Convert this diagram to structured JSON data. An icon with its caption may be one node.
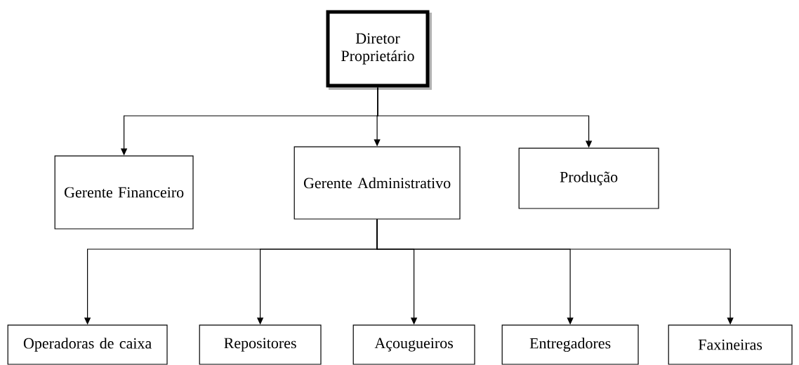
{
  "diagram": {
    "nodes": [
      {
        "text": [
          "Diretor Proprietário"
        ]
      },
      {
        "text": [
          "Gerente Financeiro"
        ]
      },
      {
        "text": [
          "Gerente Administrativo"
        ]
      },
      {
        "text": [
          "Produção"
        ]
      },
      {
        "text": [
          "Operadoras de caixa"
        ]
      },
      {
        "text": [
          "Repositores"
        ]
      },
      {
        "text": [
          "Açougueiros"
        ]
      },
      {
        "text": [
          "Entregadores"
        ]
      },
      {
        "text": [
          "Faxineiras"
        ]
      }
    ],
    "edges": [
      {
        "from": 0,
        "to": 1,
        "arrow": "to"
      },
      {
        "from": 0,
        "to": 2,
        "arrow": "to"
      },
      {
        "from": 0,
        "to": 3,
        "arrow": "to"
      },
      {
        "from": 2,
        "to": 4,
        "arrow": "to"
      },
      {
        "from": 2,
        "to": 5,
        "arrow": "to"
      },
      {
        "from": 2,
        "to": 6,
        "arrow": "to"
      },
      {
        "from": 2,
        "to": 7,
        "arrow": "to"
      },
      {
        "from": 2,
        "to": 8,
        "arrow": "to"
      }
    ]
  }
}
